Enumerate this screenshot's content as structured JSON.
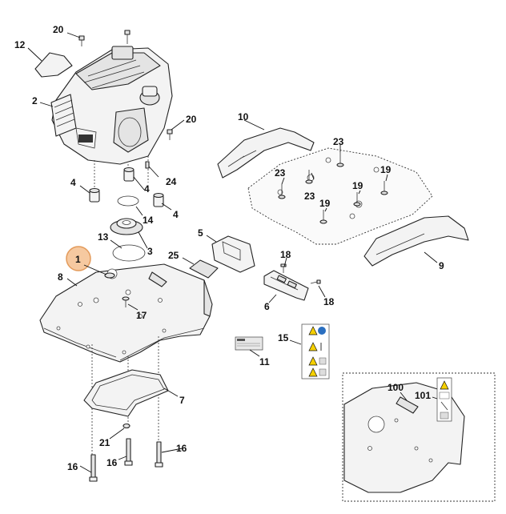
{
  "parts": {
    "p1": "1",
    "p2": "2",
    "p3": "3",
    "p4a": "4",
    "p4b": "4",
    "p4c": "4",
    "p5": "5",
    "p6": "6",
    "p7": "7",
    "p8": "8",
    "p9": "9",
    "p10": "10",
    "p11": "11",
    "p12": "12",
    "p13": "13",
    "p14": "14",
    "p15": "15",
    "p16a": "16",
    "p16b": "16",
    "p16c": "16",
    "p17": "17",
    "p18a": "18",
    "p18b": "18",
    "p19a": "19",
    "p19b": "19",
    "p19c": "19",
    "p20a": "20",
    "p20b": "20",
    "p21": "21",
    "p23a": "23",
    "p23b": "23",
    "p23c": "23",
    "p24": "24",
    "p25": "25",
    "p100": "100",
    "p101": "101"
  },
  "colors": {
    "highlight_fill": "#f6c9a0",
    "highlight_stroke": "#e39a5a",
    "warning_yellow": "#f5d000",
    "mandatory_blue": "#2a6fc0"
  },
  "highlighted_part": "1"
}
